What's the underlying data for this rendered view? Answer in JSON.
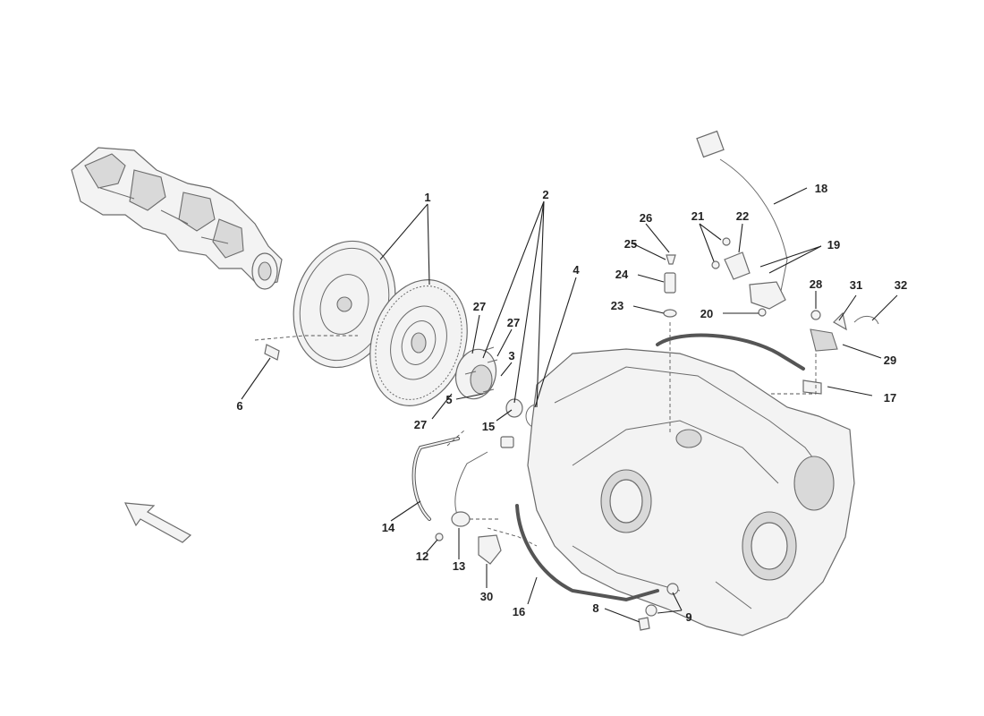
{
  "callouts": [
    {
      "id": "c1",
      "label": "1"
    },
    {
      "id": "c2",
      "label": "2"
    },
    {
      "id": "c3",
      "label": "3"
    },
    {
      "id": "c4",
      "label": "4"
    },
    {
      "id": "c5",
      "label": "5"
    },
    {
      "id": "c6",
      "label": "6"
    },
    {
      "id": "c8",
      "label": "8"
    },
    {
      "id": "c9",
      "label": "9"
    },
    {
      "id": "c12",
      "label": "12"
    },
    {
      "id": "c13",
      "label": "13"
    },
    {
      "id": "c14",
      "label": "14"
    },
    {
      "id": "c15",
      "label": "15"
    },
    {
      "id": "c16",
      "label": "16"
    },
    {
      "id": "c17",
      "label": "17"
    },
    {
      "id": "c18",
      "label": "18"
    },
    {
      "id": "c19",
      "label": "19"
    },
    {
      "id": "c20",
      "label": "20"
    },
    {
      "id": "c21",
      "label": "21"
    },
    {
      "id": "c22",
      "label": "22"
    },
    {
      "id": "c23",
      "label": "23"
    },
    {
      "id": "c24",
      "label": "24"
    },
    {
      "id": "c25",
      "label": "25"
    },
    {
      "id": "c26",
      "label": "26"
    },
    {
      "id": "c27a",
      "label": "27"
    },
    {
      "id": "c27b",
      "label": "27"
    },
    {
      "id": "c27c",
      "label": "27"
    },
    {
      "id": "c28",
      "label": "28"
    },
    {
      "id": "c29",
      "label": "29"
    },
    {
      "id": "c30",
      "label": "30"
    },
    {
      "id": "c31",
      "label": "31"
    },
    {
      "id": "c32",
      "label": "32"
    }
  ]
}
